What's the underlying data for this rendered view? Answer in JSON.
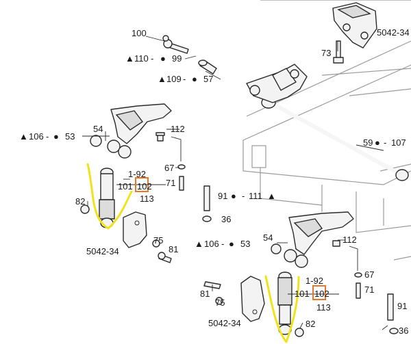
{
  "colors": {
    "line": "#2a2a2a",
    "highlight_box": "#e8762b",
    "hand_mark": "#f1e21a",
    "background": "#ffffff"
  },
  "symbols": {
    "triangle": "▲",
    "dot": "●",
    "sep": "-"
  },
  "top_left": {
    "l100": "100",
    "l110": "110",
    "l99": "99",
    "l109": "109",
    "l57": "57",
    "l106": "106",
    "l53": "53",
    "l54": "54",
    "l112": "112",
    "l1_92": "1-92",
    "l101": "101",
    "l102": "102",
    "l113": "113",
    "l67": "67",
    "l71": "71",
    "l82": "82",
    "l5042": "5042-34",
    "l75": "75",
    "l81": "81"
  },
  "top_right": {
    "l5042": "5042-34",
    "l73": "73",
    "l59": "59",
    "l107": "107"
  },
  "middle": {
    "l91": "91",
    "l111": "111",
    "l36": "36"
  },
  "bottom_right": {
    "l106": "106",
    "l53": "53",
    "l54": "54",
    "l112": "112",
    "l1_92": "1-92",
    "l101": "101",
    "l102": "102",
    "l113": "113",
    "l67": "67",
    "l71": "71",
    "l81": "81",
    "l75": "75",
    "l5042": "5042-34",
    "l82": "82",
    "l36": "36",
    "l91": "91"
  }
}
